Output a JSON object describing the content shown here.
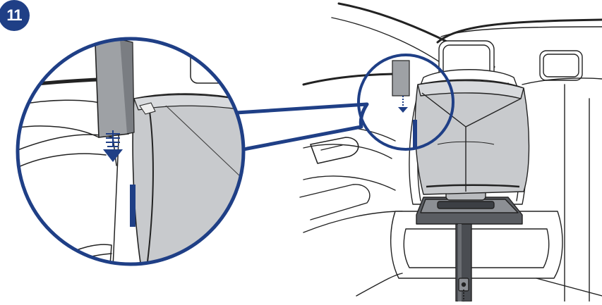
{
  "step": {
    "number": "11"
  },
  "colors": {
    "brand_blue": "#1f3f86",
    "seat_grey": "#c8cacd",
    "dark_grey": "#4a4d52",
    "line": "#222222"
  },
  "icons": {
    "detail_callout": "magnifier-circle",
    "direction": "arrow-down"
  }
}
